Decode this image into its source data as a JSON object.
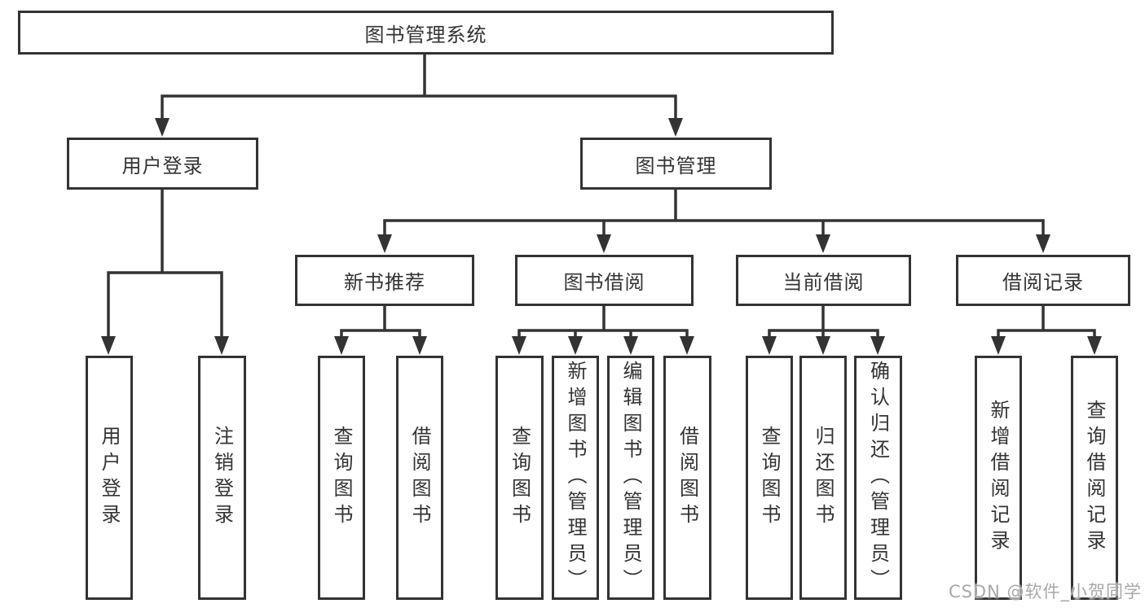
{
  "colors": {
    "line": "#333333",
    "text": "#333333",
    "background": "#ffffff",
    "watermark": "#a8a8a8"
  },
  "watermark": {
    "text": "CSDN @软件_小贺同学"
  },
  "tree": {
    "label": "图书管理系统",
    "children": [
      {
        "label": "用户登录",
        "children": [
          {
            "label": "用户登录"
          },
          {
            "label": "注销登录"
          }
        ]
      },
      {
        "label": "图书管理",
        "children": [
          {
            "label": "新书推荐",
            "children": [
              {
                "label": "查询图书"
              },
              {
                "label": "借阅图书"
              }
            ]
          },
          {
            "label": "图书借阅",
            "children": [
              {
                "label": "查询图书"
              },
              {
                "label": "新增图书（管理员）"
              },
              {
                "label": "编辑图书（管理员）"
              },
              {
                "label": "借阅图书"
              }
            ]
          },
          {
            "label": "当前借阅",
            "children": [
              {
                "label": "查询图书"
              },
              {
                "label": "归还图书"
              },
              {
                "label": "确认归还（管理员）"
              }
            ]
          },
          {
            "label": "借阅记录",
            "children": [
              {
                "label": "新增借阅记录"
              },
              {
                "label": "查询借阅记录"
              }
            ]
          }
        ]
      }
    ]
  }
}
